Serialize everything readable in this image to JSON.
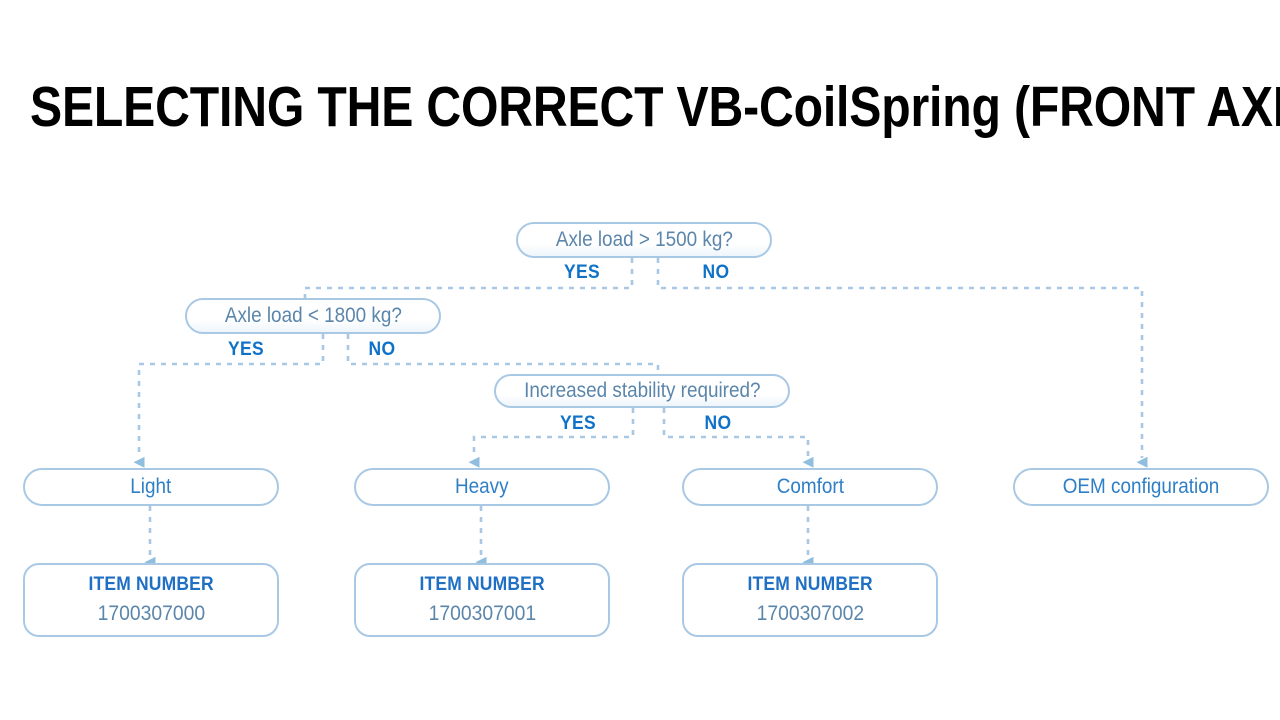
{
  "page": {
    "title": "SELECTING THE CORRECT VB-CoilSpring (FRONT AXLE)",
    "background_color": "#ffffff"
  },
  "colors": {
    "title_text": "#000000",
    "node_border": "#a9c8e4",
    "node_fill": "#ffffff",
    "decision_text": "#5b86ab",
    "outcome_text": "#2f7fc6",
    "branch_label": "#0f72c8",
    "item_title": "#1f6fc4",
    "item_value": "#5b86ab",
    "connector": "#a9c8e4"
  },
  "chart_data": {
    "type": "flowchart",
    "title": "SELECTING THE CORRECT VB-CoilSpring (FRONT AXLE)",
    "nodes": [
      {
        "id": "d1",
        "kind": "decision",
        "label": "Axle load > 1500 kg?"
      },
      {
        "id": "d2",
        "kind": "decision",
        "label": "Axle load < 1800 kg?"
      },
      {
        "id": "d3",
        "kind": "decision",
        "label": "Increased stability required?"
      },
      {
        "id": "o1",
        "kind": "outcome",
        "label": "Light"
      },
      {
        "id": "o2",
        "kind": "outcome",
        "label": "Heavy"
      },
      {
        "id": "o3",
        "kind": "outcome",
        "label": "Comfort"
      },
      {
        "id": "o4",
        "kind": "outcome",
        "label": "OEM configuration"
      },
      {
        "id": "i1",
        "kind": "item",
        "title": "ITEM NUMBER",
        "value": "1700307000"
      },
      {
        "id": "i2",
        "kind": "item",
        "title": "ITEM NUMBER",
        "value": "1700307001"
      },
      {
        "id": "i3",
        "kind": "item",
        "title": "ITEM NUMBER",
        "value": "1700307002"
      }
    ],
    "edges": [
      {
        "from": "d1",
        "to": "d2",
        "label": "YES"
      },
      {
        "from": "d1",
        "to": "o4",
        "label": "NO"
      },
      {
        "from": "d2",
        "to": "o1",
        "label": "YES"
      },
      {
        "from": "d2",
        "to": "d3",
        "label": "NO"
      },
      {
        "from": "d3",
        "to": "o2",
        "label": "YES"
      },
      {
        "from": "d3",
        "to": "o3",
        "label": "NO"
      },
      {
        "from": "o1",
        "to": "i1",
        "label": ""
      },
      {
        "from": "o2",
        "to": "i2",
        "label": ""
      },
      {
        "from": "o3",
        "to": "i3",
        "label": ""
      }
    ]
  },
  "decisions": {
    "d1": {
      "label": "Axle load > 1500 kg?",
      "yes": "YES",
      "no": "NO"
    },
    "d2": {
      "label": "Axle load < 1800 kg?",
      "yes": "YES",
      "no": "NO"
    },
    "d3": {
      "label": "Increased stability required?",
      "yes": "YES",
      "no": "NO"
    }
  },
  "outcomes": {
    "light": "Light",
    "heavy": "Heavy",
    "comfort": "Comfort",
    "oem": "OEM configuration"
  },
  "items": [
    {
      "title": "ITEM NUMBER",
      "value": "1700307000"
    },
    {
      "title": "ITEM NUMBER",
      "value": "1700307001"
    },
    {
      "title": "ITEM NUMBER",
      "value": "1700307002"
    }
  ]
}
